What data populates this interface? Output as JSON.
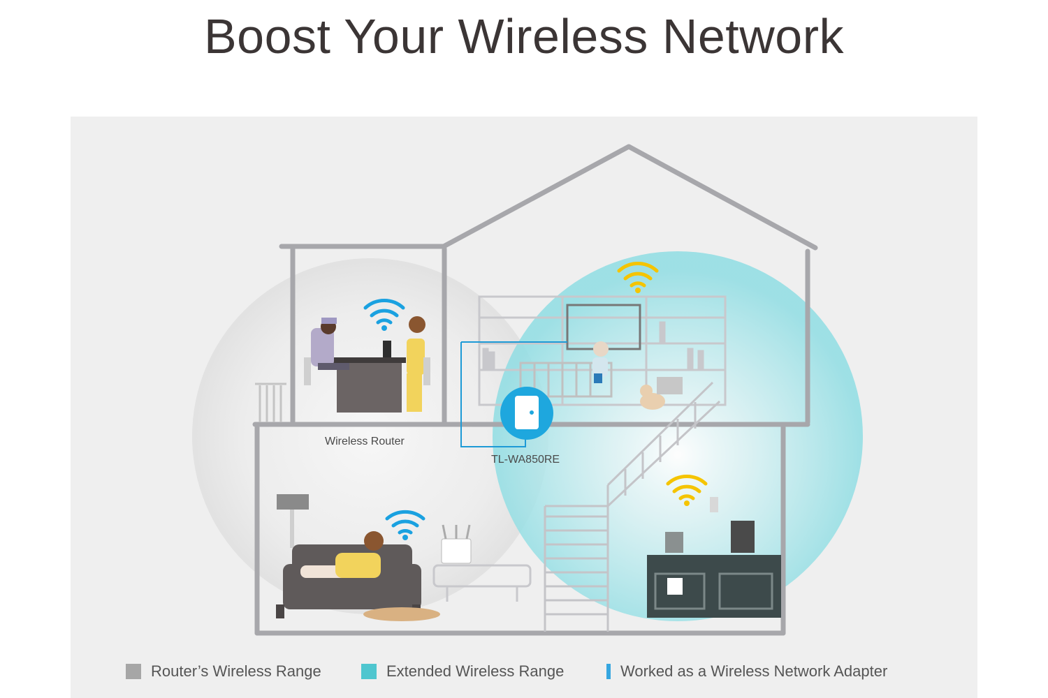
{
  "title": "Boost Your Wireless Network",
  "labels": {
    "router": "Wireless Router",
    "extender": "TL-WA850RE"
  },
  "legend": [
    {
      "label": "Router’s Wireless Range",
      "color": "#a6a6a6",
      "shape": "square"
    },
    {
      "label": "Extended Wireless Range",
      "color": "#4fc6cf",
      "shape": "square"
    },
    {
      "label": "Worked as a Wireless Network Adapter",
      "color": "#35a6e0",
      "shape": "bar"
    }
  ],
  "colors": {
    "house_line": "#a7a7ab",
    "router_wifi": "#1aa1e0",
    "extended_wifi": "#f5c400",
    "extended_range": "#9fe0e6",
    "router_range": "#e2e2e2",
    "title_text": "#3b3535"
  },
  "icons": [
    "wifi-icon",
    "range-extender-icon",
    "router-device-icon",
    "house-outline"
  ]
}
